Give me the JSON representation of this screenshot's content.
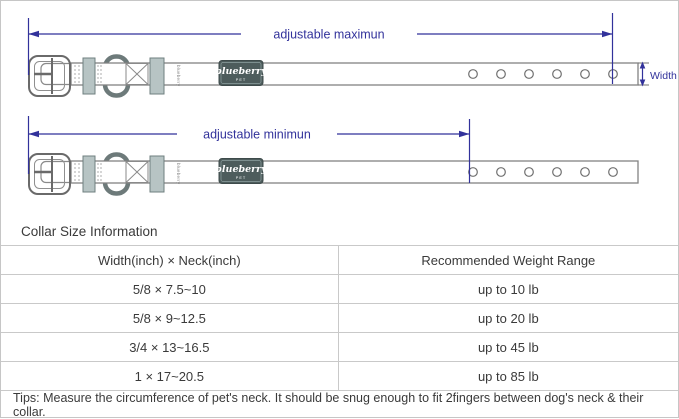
{
  "diagram": {
    "annotation_color": "#32329b",
    "labels": {
      "adjustable_max": "adjustable maximun",
      "adjustable_min": "adjustable minimun",
      "width": "Width"
    },
    "collar": {
      "brand_name": "blueberry",
      "brand_sub": "PET",
      "brand_bg": "#4d5c5c",
      "strap_marking": "blueberry",
      "hole_count": 6
    }
  },
  "table": {
    "title": "Collar Size Information",
    "columns": [
      "Width(inch)  ×  Neck(inch)",
      "Recommended Weight Range"
    ],
    "rows": [
      [
        "5/8 × 7.5~10",
        "up to 10 lb"
      ],
      [
        "5/8 × 9~12.5",
        "up to 20 lb"
      ],
      [
        "3/4 × 13~16.5",
        "up to 45 lb"
      ],
      [
        "1 × 17~20.5",
        "up to 85 lb"
      ]
    ],
    "tips": "Tips: Measure the circumference of pet's neck. It should be snug enough to fit 2fingers between dog's neck & their collar."
  }
}
